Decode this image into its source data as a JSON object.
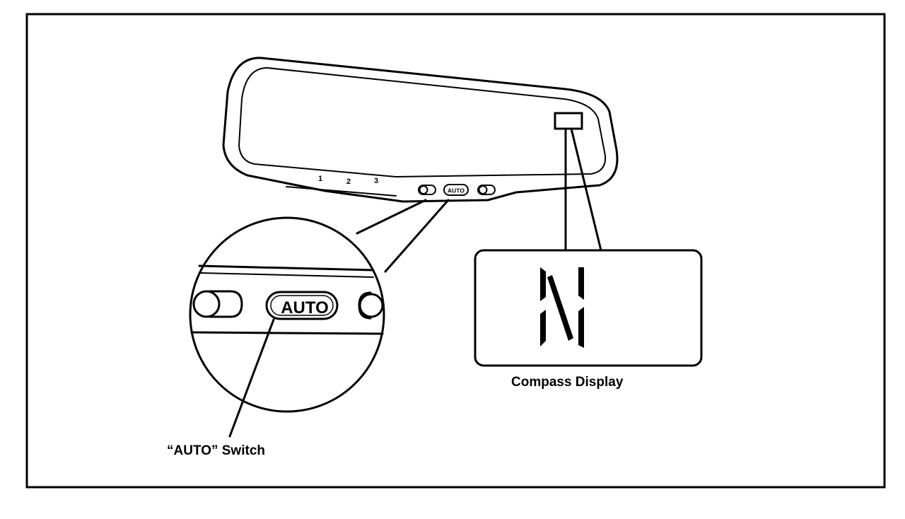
{
  "labels": {
    "auto_switch": "“AUTO” Switch",
    "compass_display": "Compass Display"
  },
  "mirror": {
    "buttons": [
      "1",
      "2",
      "3"
    ],
    "small_switch_text": "AUTO"
  },
  "zoom": {
    "switch_text": "AUTO"
  },
  "compass": {
    "heading": "N"
  },
  "colors": {
    "ink": "#000000",
    "paper": "#ffffff"
  }
}
